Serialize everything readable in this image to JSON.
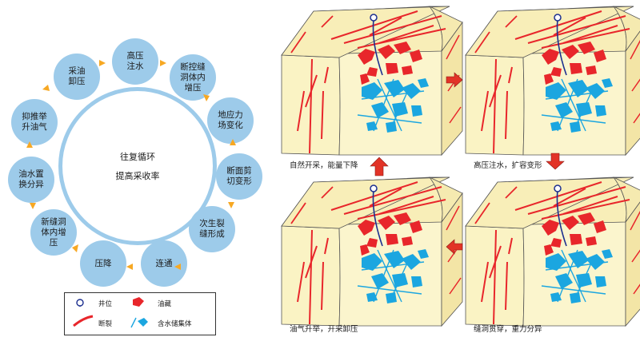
{
  "cycle": {
    "center_line1": "往复循环",
    "center_line2": "提高采收率",
    "nodes": [
      "高压\n注水",
      "断控缝\n洞体内\n增压",
      "地应力\n场变化",
      "断面剪\n切变形",
      "次生裂\n缝形成",
      "连通",
      "压降",
      "新缝洞\n体内增\n压",
      "油水置\n换分异",
      "抑推举\n升油气",
      "采油\n卸压"
    ]
  },
  "legend": {
    "well": "井位",
    "oil": "油藏",
    "fault": "断裂",
    "water": "含水储集体"
  },
  "panels": {
    "p1": "自然开采，能量下降",
    "p2": "高压注水，扩容变形",
    "p3": "缝洞贯穿，重力分异",
    "p4": "油气升举，开采卸压"
  },
  "colors": {
    "node": "#9dcbea",
    "arrow_orange": "#f7a823",
    "block_fill": "#faf3c4",
    "fault_red": "#e8262b",
    "water_blue": "#1ba6e0",
    "well_line": "#1c2f8f",
    "flow_arrow": "#e23327"
  }
}
